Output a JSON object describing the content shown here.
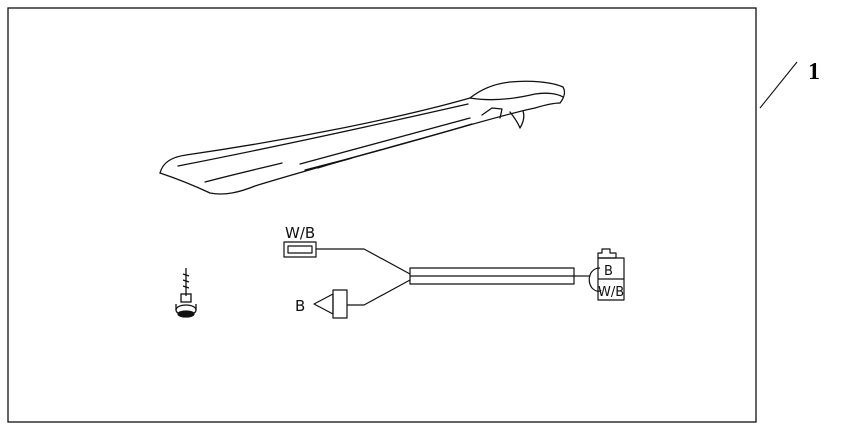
{
  "callout_number": "1",
  "wire_labels": {
    "top_connector": "W/B",
    "ground_terminal": "B",
    "end_connector_top": "B",
    "end_connector_bottom": "W/B"
  },
  "colors": {
    "line": "#111111",
    "background": "#ffffff"
  }
}
